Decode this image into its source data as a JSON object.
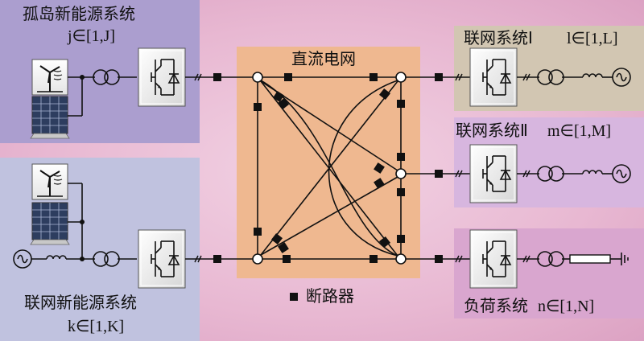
{
  "labels": {
    "island_title": "孤岛新能源系统",
    "island_range": "j∈[1,J]",
    "gridnew_title": "联网新能源系统",
    "gridnew_range": "k∈[1,K]",
    "dc_title": "直流电网",
    "grid1_title": "联网系统Ⅰ",
    "grid1_range": "l∈[1,L]",
    "grid2_title": "联网系统Ⅱ",
    "grid2_range": "m∈[1,M]",
    "load_title": "负荷系统",
    "load_range": "n∈[1,N]",
    "breaker_legend": "断路器"
  },
  "colors": {
    "island_panel": "#ab9ecf",
    "gridnew_panel": "#c0c2df",
    "dc_panel": "#efb890",
    "grid1_panel": "#d2c6b2",
    "grid2_panel": "#d7b6df",
    "load_panel": "#d9a6cf",
    "line": "#111111",
    "breaker": "#111111"
  }
}
